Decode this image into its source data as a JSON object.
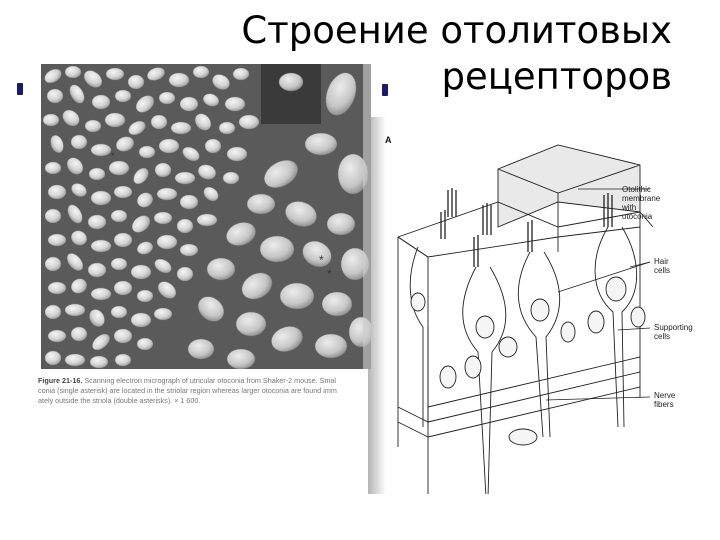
{
  "slide": {
    "title_line1": "Строение отолитовых",
    "title_line2": "рецепторов",
    "bullets": [
      "left-bullet",
      "right-bullet"
    ]
  },
  "left_figure": {
    "type": "scanning-electron-micrograph",
    "caption_label": "Figure 21-16.",
    "caption_line1": " Scanning electron micrograph of utricular otoconia from Shaker-2 mouse. Smal",
    "caption_line2": "conia (single asterisk) are located in the striolar region whereas larger otoconia are found imm",
    "caption_line3": "ately outside the striola (double asterisks). × 1 600."
  },
  "right_figure": {
    "panel_label": "A",
    "labels": {
      "otolithic_membrane": "Otolithic\nmembrane\nwith\notoconia",
      "hair_cells": "Hair\ncells",
      "supporting_cells": "Supporting\ncells",
      "nerve_fibers": "Nerve\nfibers"
    }
  },
  "colors": {
    "bullet": "#1a1a6e",
    "title": "#000000",
    "background": "#ffffff"
  }
}
